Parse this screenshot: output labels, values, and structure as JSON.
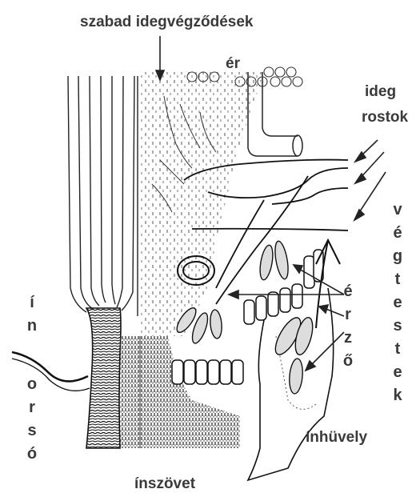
{
  "labels": {
    "free_nerve_endings": "szabad idegvégződések",
    "vessel": "ér",
    "nerve": "ideg",
    "fibers": "rostok",
    "tendon_sheath": "ínhüvely",
    "tendon_tissue": "ínszövet"
  },
  "vertical_labels": {
    "end_bodies": [
      "v",
      "é",
      "g",
      "t",
      "e",
      "s",
      "t",
      "e",
      "k"
    ],
    "sensory": [
      "é",
      "r",
      "z",
      "ő"
    ],
    "tendon": [
      "í",
      "n"
    ],
    "spindle": [
      "o",
      "r",
      "s",
      "ó"
    ]
  },
  "colors": {
    "ink": "#1a1a1a",
    "text": "#3a3a3a",
    "background": "#ffffff"
  }
}
